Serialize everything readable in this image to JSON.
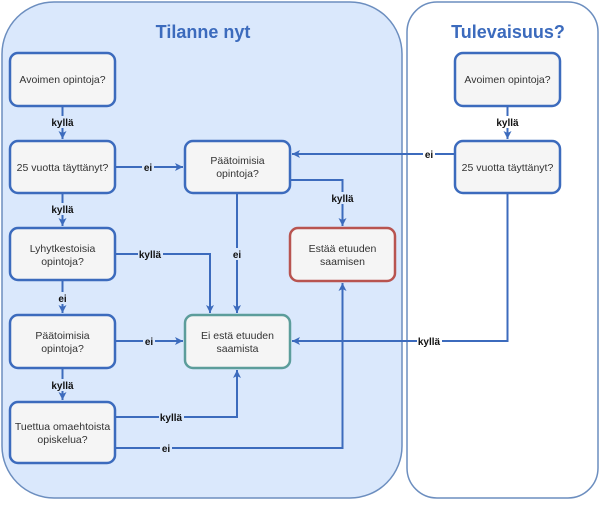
{
  "containers": [
    {
      "id": "now",
      "title": "Tilanne nyt",
      "fill": "#dae8fc",
      "stroke": "#6c8ebf"
    },
    {
      "id": "future",
      "title": "Tulevaisuus?",
      "fill": "#ffffff",
      "stroke": "#6c8ebf"
    }
  ],
  "colors": {
    "edge": "#3c6bbd",
    "node_fill": "#f5f5f5",
    "node_stroke": "#3c6bbd",
    "outcome_block_stroke": "#b85450",
    "outcome_allow_stroke": "#5c9d9b",
    "title": "#3c6bbd"
  },
  "nodes": {
    "avoimen_now": {
      "lines": [
        "Avoimen opintoja?"
      ]
    },
    "age_now": {
      "lines": [
        "25 vuotta täyttänyt?"
      ]
    },
    "lyhyt": {
      "lines": [
        "Lyhytkestoisia",
        "opintoja?"
      ]
    },
    "paatoim_lower": {
      "lines": [
        "Päätoimisia",
        "opintoja?"
      ]
    },
    "tuettua": {
      "lines": [
        "Tuettua omaehtoista",
        "opiskelua?"
      ]
    },
    "paatoim_upper": {
      "lines": [
        "Päätoimisia",
        "opintoja?"
      ]
    },
    "estaa": {
      "lines": [
        "Estää etuuden",
        "saamisen"
      ]
    },
    "ei_esta": {
      "lines": [
        "Ei estä etuuden",
        "saamista"
      ]
    },
    "avoimen_future": {
      "lines": [
        "Avoimen opintoja?"
      ]
    },
    "age_future": {
      "lines": [
        "25 vuotta täyttänyt?"
      ]
    }
  },
  "edges": [
    {
      "from": "avoimen_now",
      "to": "age_now",
      "label": "kyllä"
    },
    {
      "from": "age_now",
      "to": "paatoim_upper",
      "label": "ei"
    },
    {
      "from": "age_now",
      "to": "lyhyt",
      "label": "kyllä"
    },
    {
      "from": "lyhyt",
      "to": "ei_esta",
      "label": "kyllä"
    },
    {
      "from": "lyhyt",
      "to": "paatoim_lower",
      "label": "ei"
    },
    {
      "from": "paatoim_upper",
      "to": "estaa",
      "label": "kyllä"
    },
    {
      "from": "paatoim_upper",
      "to": "ei_esta",
      "label": "ei"
    },
    {
      "from": "paatoim_lower",
      "to": "ei_esta",
      "label": "ei"
    },
    {
      "from": "paatoim_lower",
      "to": "tuettua",
      "label": "kyllä"
    },
    {
      "from": "tuettua",
      "to": "ei_esta",
      "label": "kyllä"
    },
    {
      "from": "tuettua",
      "to": "estaa",
      "label": "ei"
    },
    {
      "from": "avoimen_future",
      "to": "age_future",
      "label": "kyllä"
    },
    {
      "from": "age_future",
      "to": "paatoim_upper",
      "label": "ei"
    },
    {
      "from": "age_future",
      "to": "ei_esta",
      "label": "kyllä"
    }
  ]
}
